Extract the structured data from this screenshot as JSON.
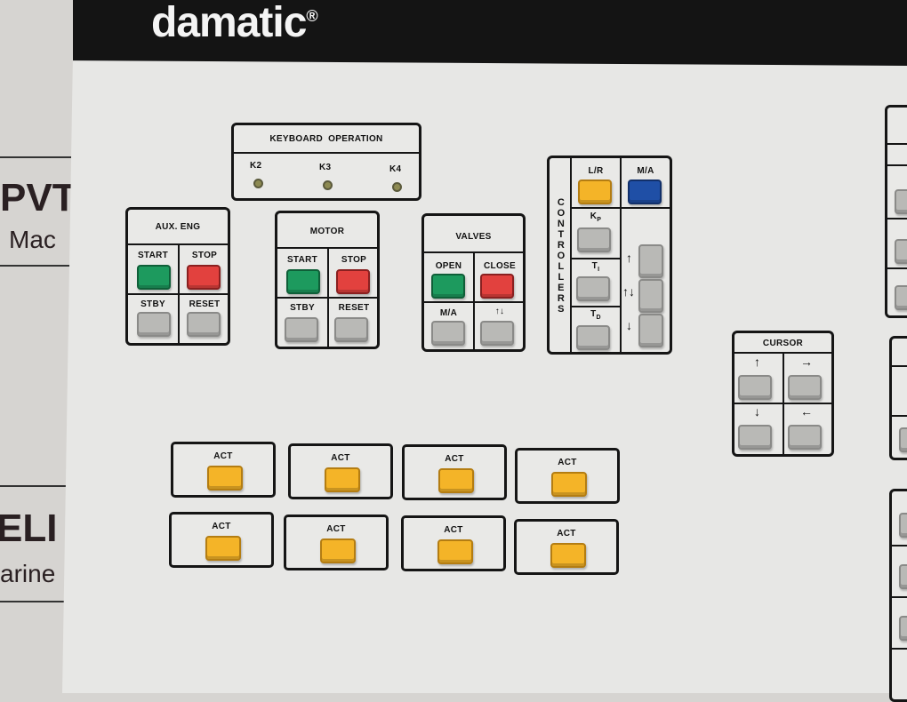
{
  "background_signs": {
    "line1": "PVT.",
    "line2": "Mac",
    "line3": "ELI",
    "line4": "arine"
  },
  "brand": {
    "logo": "damatic",
    "registered": "®"
  },
  "keyboard_operation": {
    "title": "KEYBOARD  OPERATION",
    "indicators": [
      "K2",
      "K3",
      "K4"
    ]
  },
  "aux_eng": {
    "title": "AUX. ENG",
    "buttons": [
      "START",
      "STOP",
      "STBY",
      "RESET"
    ]
  },
  "motor": {
    "title": "MOTOR",
    "buttons": [
      "START",
      "STOP",
      "STBY",
      "RESET"
    ]
  },
  "valves": {
    "title": "VALVES",
    "buttons": [
      "OPEN",
      "CLOSE",
      "M/A",
      "↑↓"
    ]
  },
  "controllers": {
    "title": "CONTROLLERS",
    "buttons": [
      "L/R",
      "M/A"
    ],
    "params": [
      "Kp",
      "TI",
      "TD"
    ],
    "param_main": [
      "K",
      "T",
      "T"
    ],
    "param_sub": [
      "P",
      "I",
      "D"
    ],
    "adjust": [
      "↑",
      "↑↓",
      "↓"
    ]
  },
  "cursor": {
    "title": "CURSOR",
    "arrows": [
      "↑",
      "→",
      "↓",
      "←"
    ]
  },
  "act_label": "ACT",
  "colors": {
    "header": "#141414",
    "panel": "#e7e7e5",
    "green": "#1d9a5e",
    "red": "#e2413e",
    "yellow": "#f4b428",
    "blue": "#1f4fa6",
    "grey": "#b9b9b6"
  }
}
